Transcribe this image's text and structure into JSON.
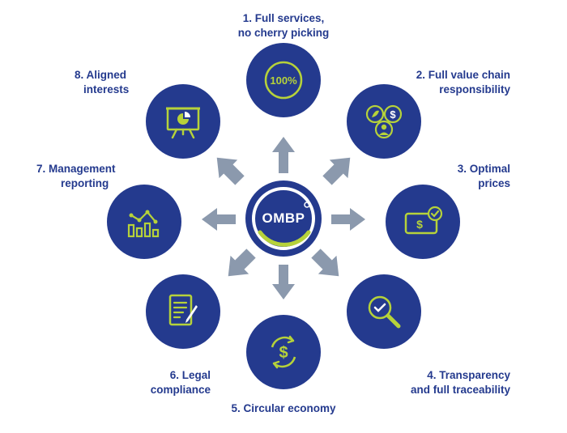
{
  "center": {
    "logo_text": "OMBP"
  },
  "nodes": [
    {
      "line1": "1. Full services,",
      "line2": "no cherry picking",
      "icon": "percent-100-icon",
      "badge_text": "100%"
    },
    {
      "line1": "2. Full value chain",
      "line2": "responsibility",
      "icon": "value-chain-icon"
    },
    {
      "line1": "3. Optimal",
      "line2": "prices",
      "icon": "price-tag-check-icon"
    },
    {
      "line1": "4. Transparency",
      "line2": "and full traceability",
      "icon": "magnifier-check-icon"
    },
    {
      "line1": "5. Circular economy",
      "line2": "",
      "icon": "circular-dollar-icon"
    },
    {
      "line1": "6. Legal",
      "line2": "compliance",
      "icon": "document-pen-icon"
    },
    {
      "line1": "7. Management",
      "line2": "reporting",
      "icon": "bar-chart-trend-icon"
    },
    {
      "line1": "8. Aligned",
      "line2": "interests",
      "icon": "presentation-board-icon"
    }
  ],
  "colors": {
    "circle": "#243a8e",
    "icon_accent": "#b6d23a",
    "arrow": "#8b99ad",
    "label": "#243a8e"
  }
}
